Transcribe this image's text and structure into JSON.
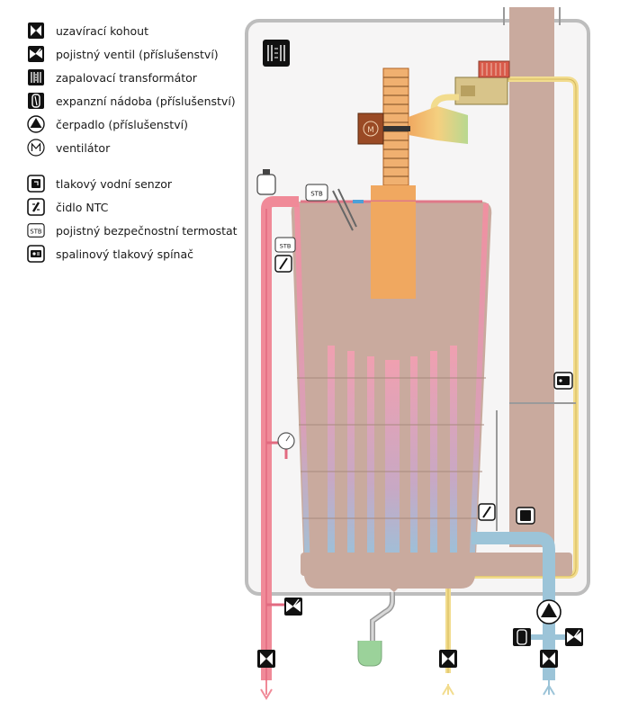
{
  "legend": {
    "items": [
      {
        "label": "uzavírací kohout",
        "icon": "shutoff-valve-icon"
      },
      {
        "label": "pojistný ventil (příslušenství)",
        "icon": "safety-valve-icon"
      },
      {
        "label": "zapalovací transformátor",
        "icon": "ignition-transformer-icon"
      },
      {
        "label": "expanzní nádoba (příslušenství)",
        "icon": "expansion-vessel-icon"
      },
      {
        "label": "čerpadlo (příslušenství)",
        "icon": "pump-icon"
      },
      {
        "label": "ventilátor",
        "icon": "fan-icon"
      },
      {
        "label": "tlakový vodní senzor",
        "icon": "water-pressure-sensor-icon"
      },
      {
        "label": "čidlo NTC",
        "icon": "ntc-sensor-icon"
      },
      {
        "label": "pojistný bezpečnostní termostat",
        "icon": "stb-thermostat-icon"
      },
      {
        "label": "spalinový tlakový spínač",
        "icon": "flue-pressure-switch-icon"
      }
    ]
  },
  "diagram": {
    "stb_label": "STB",
    "fan_label": "M",
    "colors": {
      "hot": "#f08a98",
      "cold": "#9cc4d8",
      "gas": "#f2dc8e",
      "condensate": "#9bd29a",
      "exchanger": "#c8a79a",
      "burner": "#f0a860",
      "casing": "#f4f3f3"
    }
  }
}
